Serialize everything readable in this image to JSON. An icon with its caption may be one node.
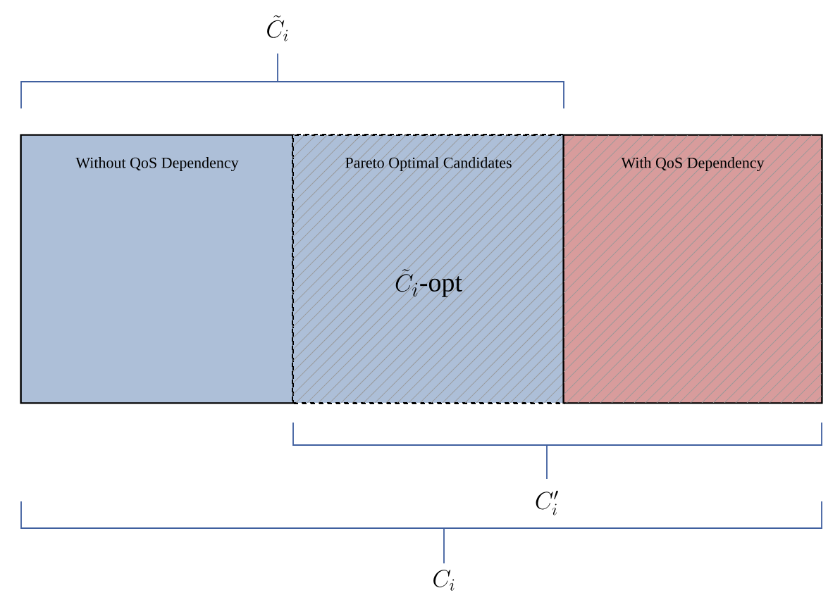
{
  "diagram": {
    "nodes": [
      {
        "text": [
          "Without QoS Dependency"
        ]
      },
      {
        "text": [
          "Pareto Optimal Candidates",
          "\\tilde{C}_i\\mbox{-opt}"
        ]
      },
      {
        "text": [
          "With QoS Dependency"
        ]
      }
    ],
    "labels": [
      "\\tilde{C}_i",
      "C'_i",
      "C_i"
    ]
  }
}
